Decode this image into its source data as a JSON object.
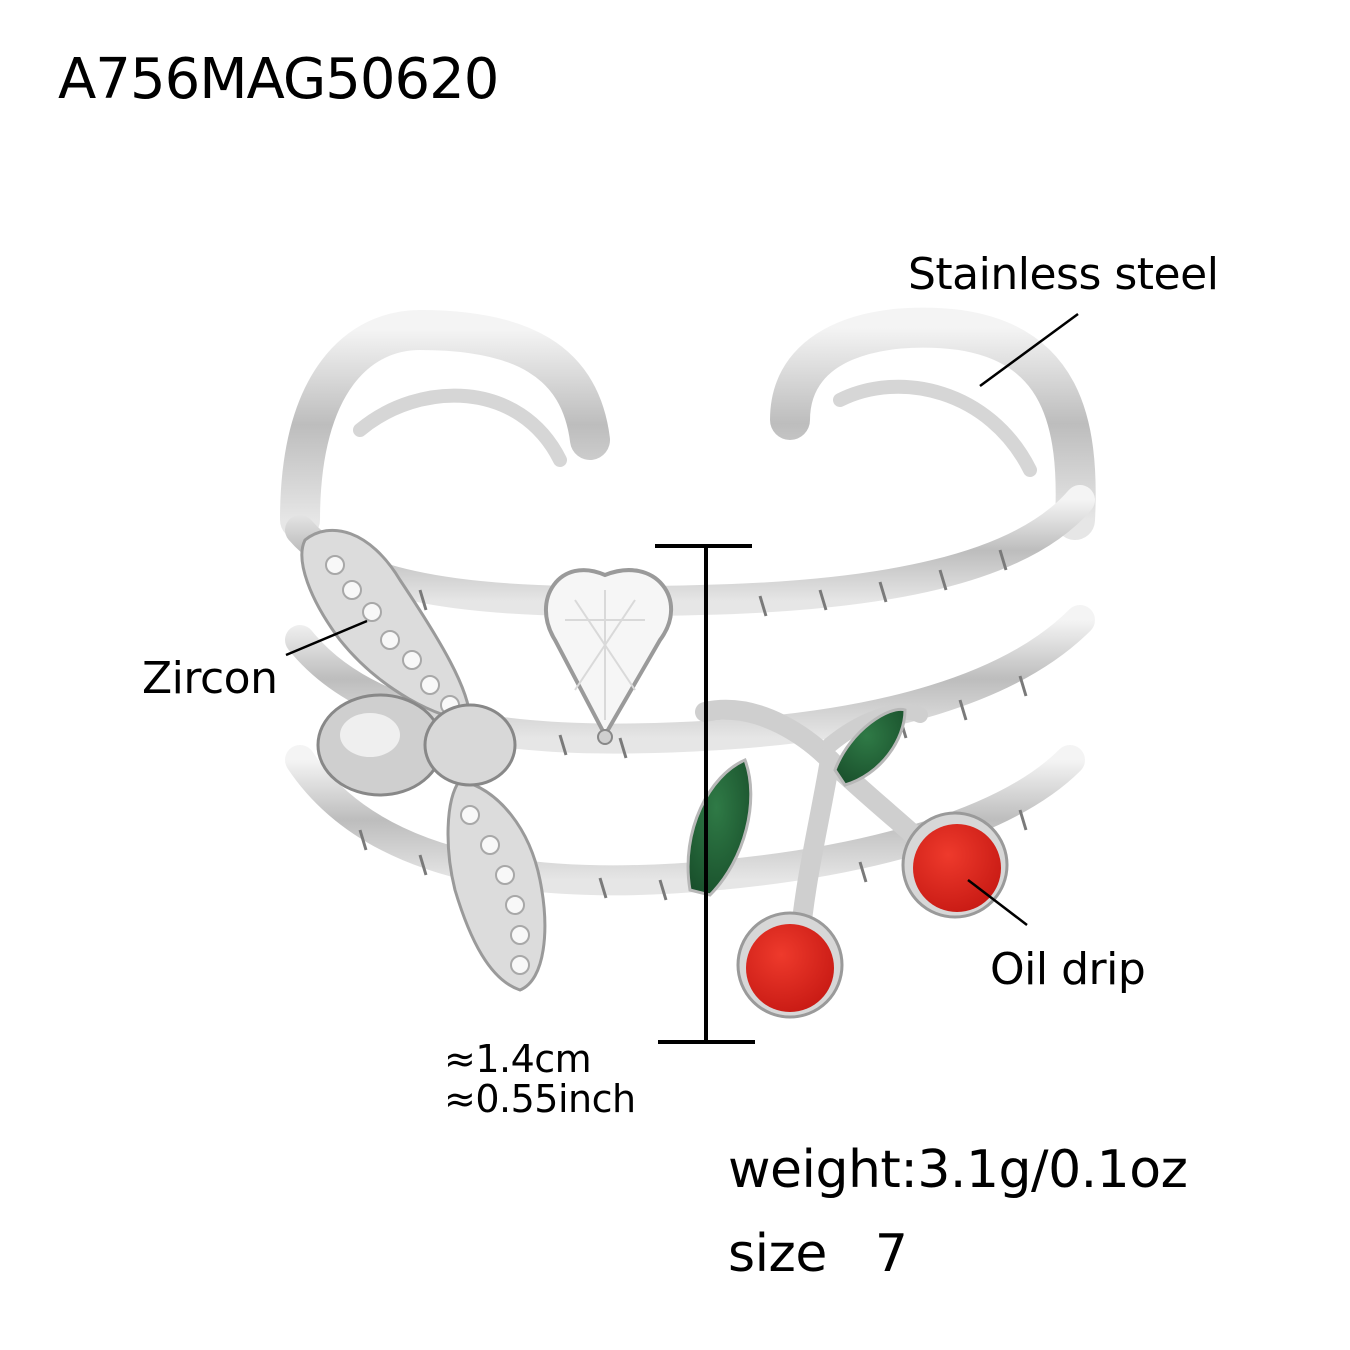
{
  "product": {
    "sku": "A756MAG50620"
  },
  "callouts": {
    "material": "Stainless steel",
    "stone": "Zircon",
    "enamel": "Oil drip"
  },
  "dimension": {
    "metric": "≈1.4cm",
    "imperial": "≈0.55inch"
  },
  "specs": {
    "weight": "weight:3.1g/0.1oz",
    "size": "size   7"
  },
  "colors": {
    "background": "#ffffff",
    "text": "#000000",
    "steel": "#c9c9c9",
    "steel_dark": "#8a8a8a",
    "enamel_red": "#d8261c",
    "enamel_green": "#1f5a32",
    "zircon": "#f2f2f2"
  }
}
